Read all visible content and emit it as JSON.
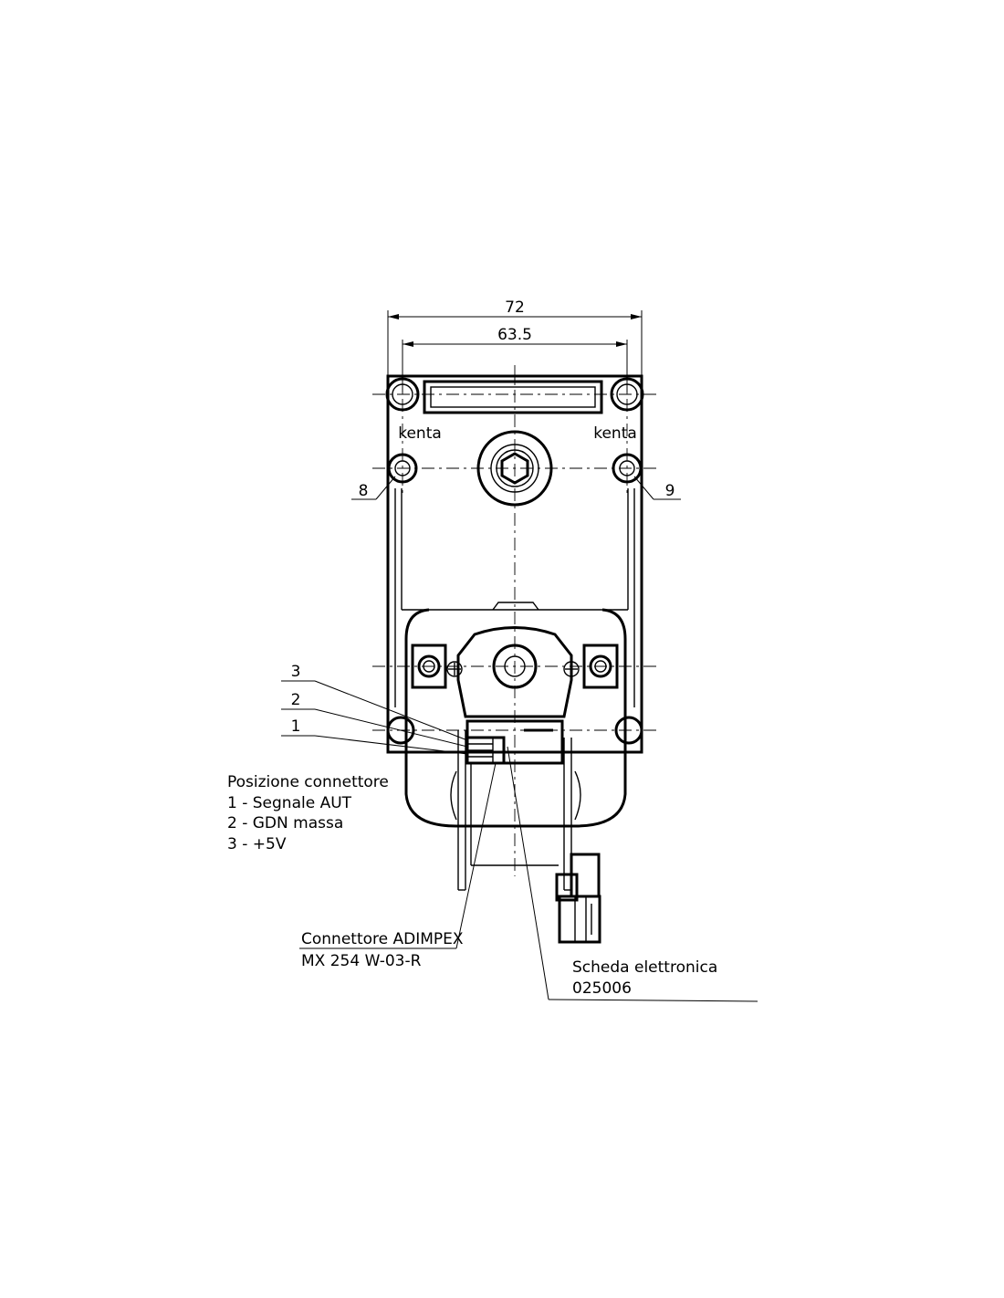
{
  "dimensions": {
    "overall_width": "72",
    "hole_spacing": "63.5"
  },
  "brand_marks": {
    "left": "kenta",
    "right": "kenta"
  },
  "callouts": {
    "hole_left": "8",
    "hole_right": "9",
    "pin_3": "3",
    "pin_2": "2",
    "pin_1": "1"
  },
  "connector_legend": {
    "title": "Posizione connettore",
    "lines": [
      "1 - Segnale AUT",
      "2 - GDN massa",
      "3 - +5V"
    ]
  },
  "connector_label": {
    "line1": "Connettore ADIMPEX",
    "line2": "MX 254 W-03-R"
  },
  "board_label": {
    "line1": "Scheda elettronica",
    "line2": "025006"
  }
}
